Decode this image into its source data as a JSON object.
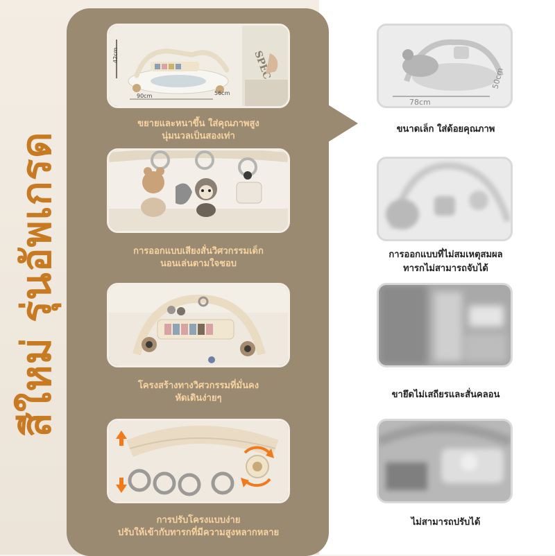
{
  "title": "สีใหม่ รุ่นอัพเกรด",
  "colors": {
    "accent": "#c77a22",
    "panel": "#9a8a72",
    "caption": "#f6d3a0",
    "arrow": "#f07a1c"
  },
  "features": [
    {
      "lines": [
        "ขยายและหนาขึ้น ใส่คุณภาพสูง",
        "นุ่มนวลเป็นสองเท่า"
      ],
      "dims": {
        "height": "42cm",
        "width": "90cm",
        "depth": "56cm"
      }
    },
    {
      "lines": [
        "การออกแบบเสียงสั่นวิศวกรรมเด็ก",
        "นอนเล่นตามใจชอบ"
      ]
    },
    {
      "lines": [
        "โครงสร้างทางวิศวกรรมที่มั่นคง",
        "หัดเดินง่ายๆ"
      ]
    },
    {
      "lines": [
        "การปรับโครงแบบง่าย",
        "ปรับให้เข้ากับทารกที่มีความสูงหลากหลาย"
      ]
    }
  ],
  "comparisons": [
    {
      "lines": [
        "ขนาดเล็ก ใส่ด้อยคุณภาพ"
      ],
      "dims": {
        "length": "78cm",
        "width": "50cm"
      }
    },
    {
      "lines": [
        "การออกแบบที่ไม่สมเหตุสมผล",
        "ทารกไม่สามารถจับได้"
      ]
    },
    {
      "lines": [
        "ขายึดไม่เสถียรและสั่นคลอน"
      ]
    },
    {
      "lines": [
        "ไม่สามารถปรับได้"
      ]
    }
  ]
}
